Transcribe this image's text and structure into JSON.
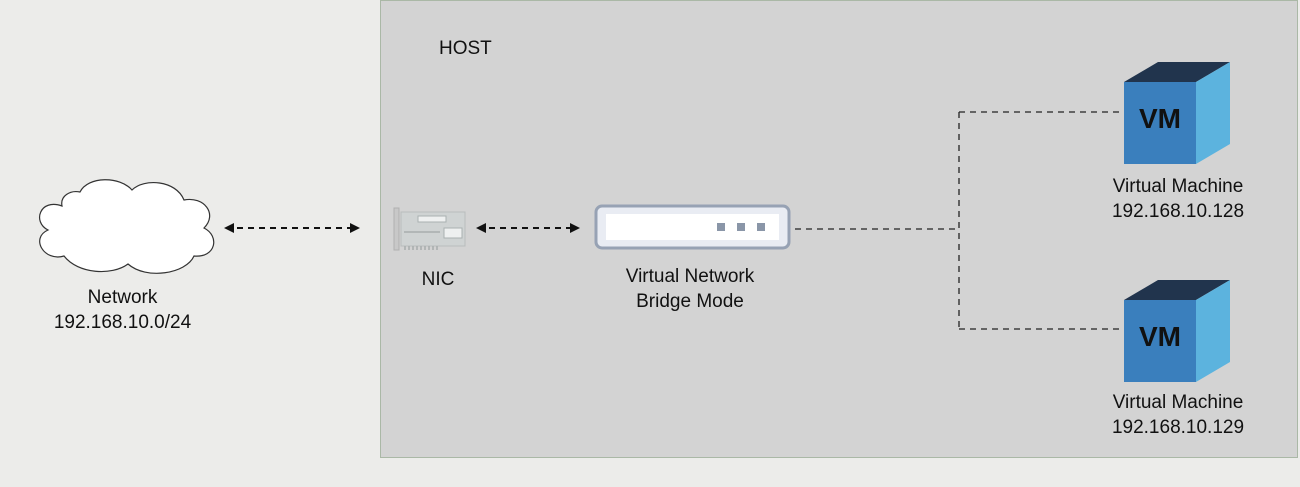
{
  "host": {
    "label": "HOST"
  },
  "network": {
    "name": "Network",
    "subnet": "192.168.10.0/24",
    "icon": "cloud-icon"
  },
  "nic": {
    "label": "NIC",
    "icon": "nic-card-icon"
  },
  "bridge": {
    "line1": "Virtual Network",
    "line2": "Bridge Mode",
    "icon": "network-switch-icon"
  },
  "vms": [
    {
      "name": "Virtual Machine",
      "ip": "192.168.10.128",
      "badge": "VM",
      "icon": "vm-cube-icon"
    },
    {
      "name": "Virtual Machine",
      "ip": "192.168.10.129",
      "badge": "VM",
      "icon": "vm-cube-icon"
    }
  ],
  "colors": {
    "background": "#ececea",
    "host_fill": "#d3d3d3",
    "cube_top": "#21344d",
    "cube_left": "#3a7fbd",
    "cube_right": "#5cb3de",
    "switch_border": "#9aa5b6",
    "switch_port": "#8a96a8"
  }
}
